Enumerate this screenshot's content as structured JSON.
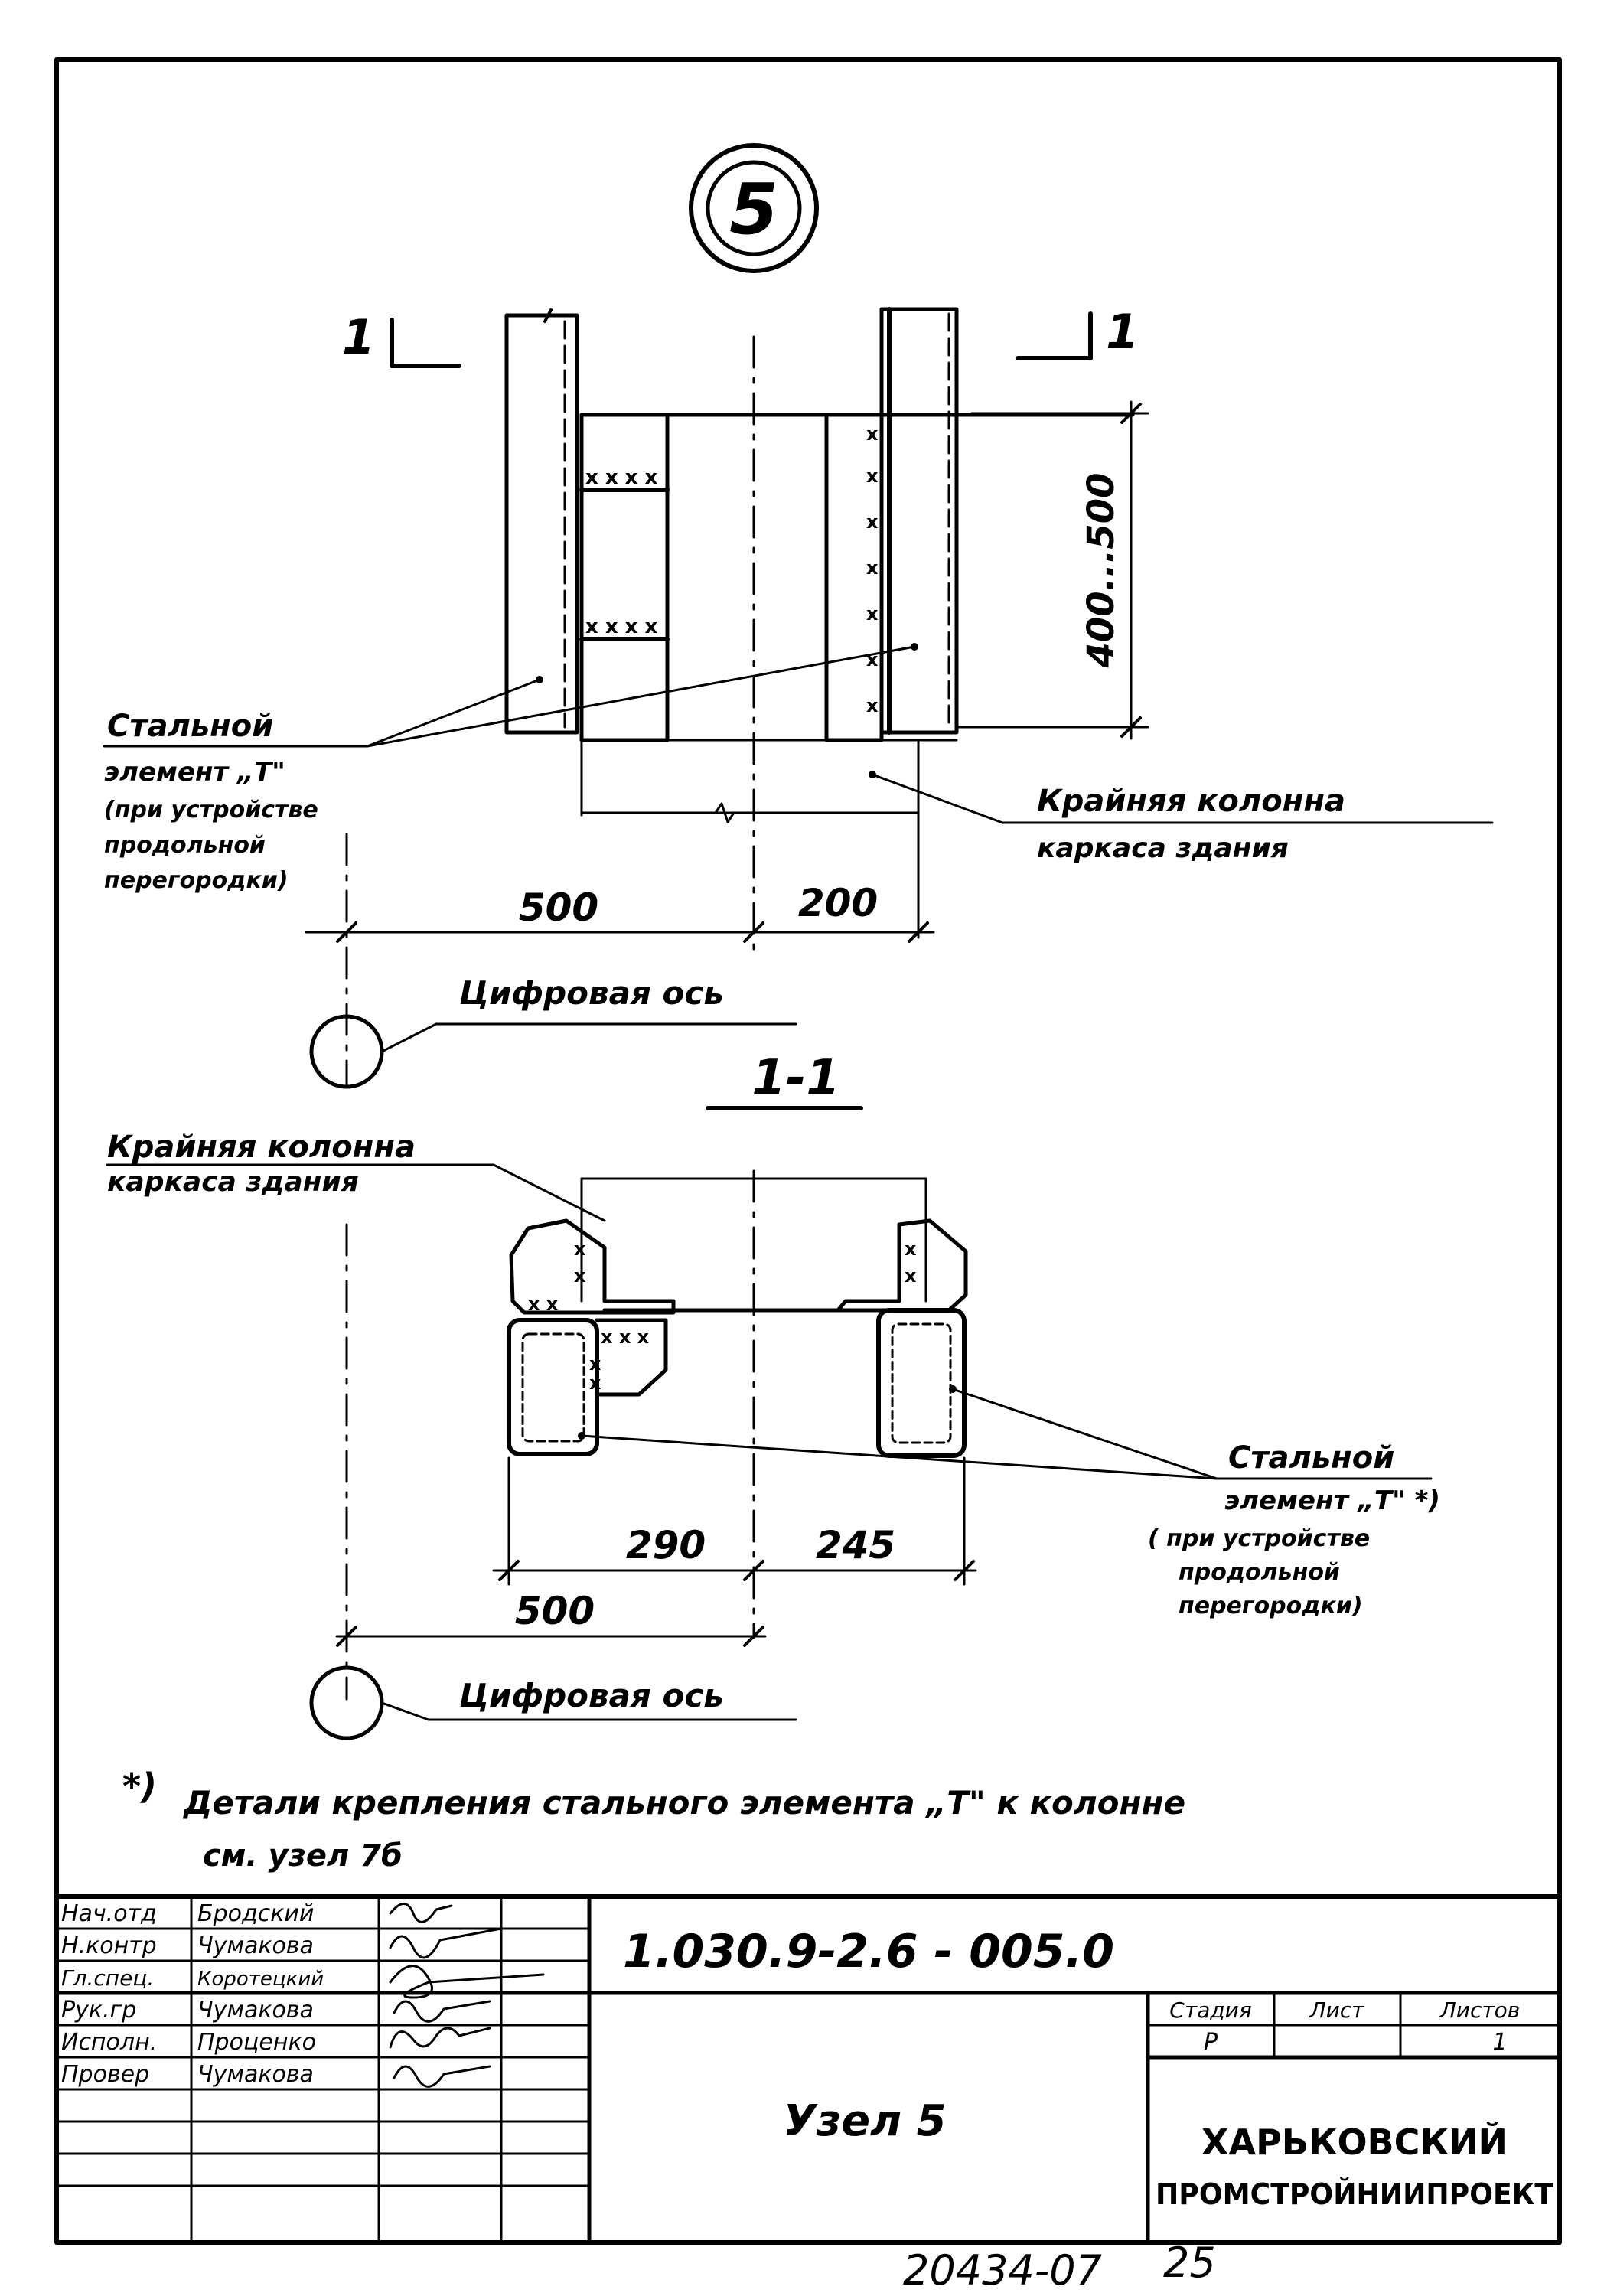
{
  "node_mark": "5",
  "plan": {
    "section_mark_left": "1",
    "section_mark_right": "1",
    "dim_height": "400...500",
    "dim_left": "500",
    "dim_right": "200",
    "label_steel_element": [
      "Стальной",
      "элемент „Т\"",
      "(при устройстве",
      "продольной",
      "перегородки)"
    ],
    "label_column": [
      "Крайняя колонна",
      "каркаса здания"
    ],
    "axis_label": "Цифровая ось"
  },
  "section": {
    "title": "1-1",
    "label_column": [
      "Крайняя колонна",
      "каркаса здания"
    ],
    "label_steel_element": [
      "Стальной",
      "элемент „Т\" *)",
      "( при устройстве",
      "продольной",
      "перегородки)"
    ],
    "dim_left": "290",
    "dim_right": "245",
    "dim_total": "500",
    "axis_label": "Цифровая ось"
  },
  "footnote": {
    "mark": "*)",
    "line1": "Детали крепления стального элемента „Т\" к колонне",
    "line2": "см. узел 7б"
  },
  "title_block": {
    "roles": [
      {
        "role": "Нач.отд",
        "name": "Бродский"
      },
      {
        "role": "Н.контр",
        "name": "Чумакова"
      },
      {
        "role": "Гл.спец.",
        "name": "Коротецкий"
      },
      {
        "role": "Рук.гр",
        "name": "Чумакова"
      },
      {
        "role": "Исполн.",
        "name": "Проценко"
      },
      {
        "role": "Провер",
        "name": "Чумакова"
      }
    ],
    "doc_code": "1.030.9-2.6 - 005.0",
    "sheet_title": "Узел 5",
    "stage_header": "Стадия",
    "sheet_header": "Лист",
    "sheets_header": "Листов",
    "stage_value": "Р",
    "sheet_value": "",
    "sheets_value": "1",
    "org_line1": "ХАРЬКОВСКИЙ",
    "org_line2": "ПРОМСТРОЙНИИПРОЕКТ"
  },
  "bottom_code": "20434-07",
  "bottom_page": "25"
}
